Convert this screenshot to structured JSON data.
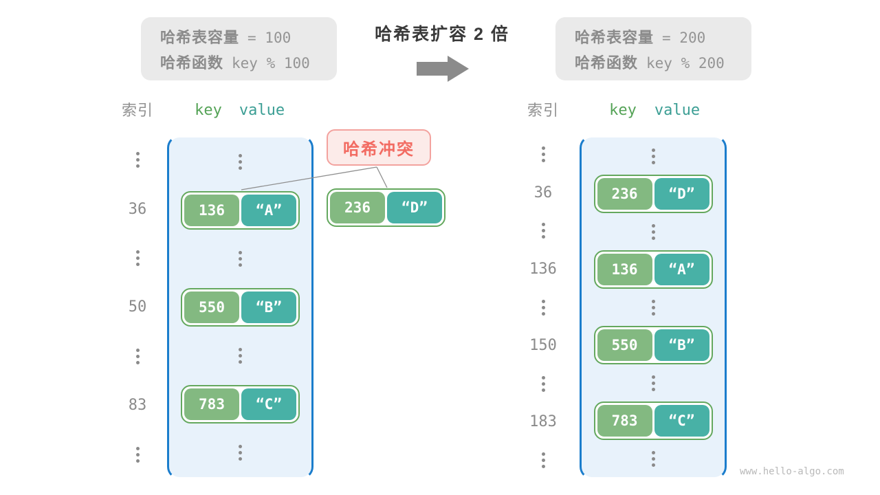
{
  "title": "哈希表扩容 2 倍",
  "info_left": {
    "line1_label": "哈希表容量",
    "line1_value": "= 100",
    "line2_label": "哈希函数",
    "line2_value": "key % 100"
  },
  "info_right": {
    "line1_label": "哈希表容量",
    "line1_value": "= 200",
    "line2_label": "哈希函数",
    "line2_value": "key % 200"
  },
  "badge_label": "哈希冲突",
  "floating_pair": {
    "key": "236",
    "value": "“D”"
  },
  "left_table": {
    "index_header": "索引",
    "key_header": "key",
    "value_header": "value",
    "rows": [
      {
        "type": "dots"
      },
      {
        "type": "pair",
        "index": "36",
        "key": "136",
        "value": "“A”"
      },
      {
        "type": "dots"
      },
      {
        "type": "pair",
        "index": "50",
        "key": "550",
        "value": "“B”"
      },
      {
        "type": "dots"
      },
      {
        "type": "pair",
        "index": "83",
        "key": "783",
        "value": "“C”"
      },
      {
        "type": "dots"
      }
    ]
  },
  "right_table": {
    "index_header": "索引",
    "key_header": "key",
    "value_header": "value",
    "rows": [
      {
        "type": "dots"
      },
      {
        "type": "pair",
        "index": "36",
        "key": "236",
        "value": "“D”"
      },
      {
        "type": "dots"
      },
      {
        "type": "pair",
        "index": "136",
        "key": "136",
        "value": "“A”"
      },
      {
        "type": "dots"
      },
      {
        "type": "pair",
        "index": "150",
        "key": "550",
        "value": "“B”"
      },
      {
        "type": "dots"
      },
      {
        "type": "pair",
        "index": "183",
        "key": "783",
        "value": "“C”"
      },
      {
        "type": "dots"
      }
    ]
  },
  "watermark": "www.hello-algo.com",
  "colors": {
    "container_border": "#1b7dcc",
    "container_fill": "#e8f2fb",
    "key_green": "#83b981",
    "value_teal": "#48b1a6",
    "pair_border": "#64a85e",
    "info_box_bg": "#eaeaea",
    "info_text": "#8b8b8b",
    "badge_bg": "#fcebe9",
    "badge_border": "#f3a29e",
    "badge_text": "#f26b62",
    "key_header_green": "#55a357",
    "value_header_teal": "#3b9e94",
    "index_gray": "#8a8a8a",
    "title_dark": "#3a3a3a",
    "arrow_gray": "#8b8b8b",
    "connector_gray": "#8f8f8f",
    "watermark_gray": "#b9b9b9"
  }
}
